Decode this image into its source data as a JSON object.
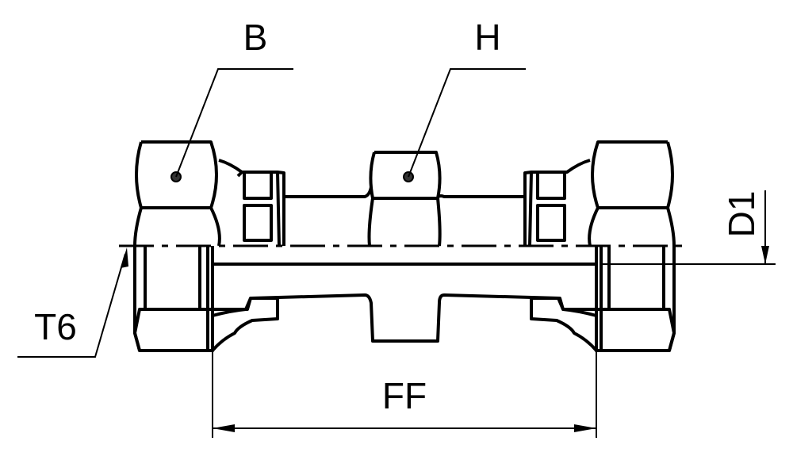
{
  "labels": {
    "b": "B",
    "h": "H",
    "d1": "D1",
    "t6": "T6",
    "ff": "FF"
  },
  "colors": {
    "line": "#000000",
    "background": "#ffffff"
  }
}
